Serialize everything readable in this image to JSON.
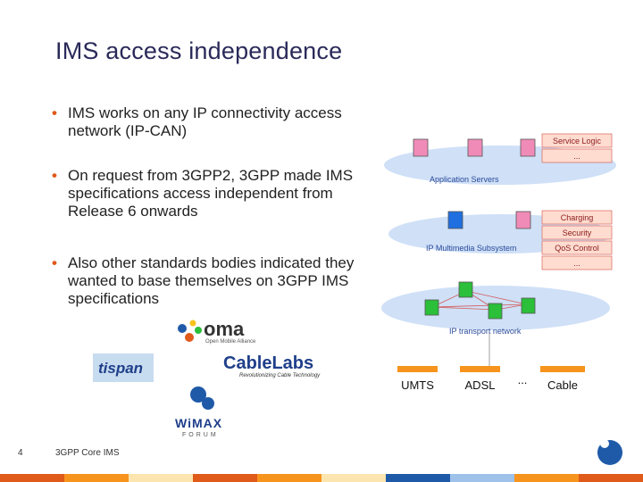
{
  "slide": {
    "title": "IMS access independence",
    "bullets": [
      "IMS works on any IP connectivity access network (IP-CAN)",
      "On request from 3GPP2, 3GPP made IMS specifications access independent from Release 6 onwards",
      "Also other standards bodies indicated they wanted to base themselves on 3GPP IMS specifications"
    ],
    "page_number": "4",
    "footer": "3GPP Core IMS"
  },
  "diagram": {
    "layers": {
      "application": "Application Servers",
      "ims": "IP Multimedia Subsystem",
      "transport": "IP transport network"
    },
    "tags": {
      "service_logic": "Service Logic",
      "service_more": "...",
      "charging": "Charging",
      "security": "Security",
      "qos": "QoS Control",
      "qos_more": "..."
    },
    "access": [
      "UMTS",
      "ADSL",
      "...",
      "Cable"
    ]
  },
  "logos": {
    "oma": {
      "name": "oma",
      "sub": "Open Mobile Alliance"
    },
    "cablelabs": {
      "name": "CableLabs",
      "sub": "Revolutionizing Cable Technology"
    },
    "tispan": {
      "name": "tispan"
    },
    "wimax": {
      "name": "WiMAX",
      "sub": "FORUM"
    }
  },
  "colors": {
    "title": "#2a2a5a",
    "bullet": "#e05a1a",
    "oval": "#cfe0f7",
    "tag_fill": "#ffdcd0",
    "tag_border": "#d9665a",
    "server_pink": "#f08bb8",
    "server_blue": "#1f6fe0",
    "node_green": "#2bbf3a",
    "access_orange": "#f7941d"
  }
}
